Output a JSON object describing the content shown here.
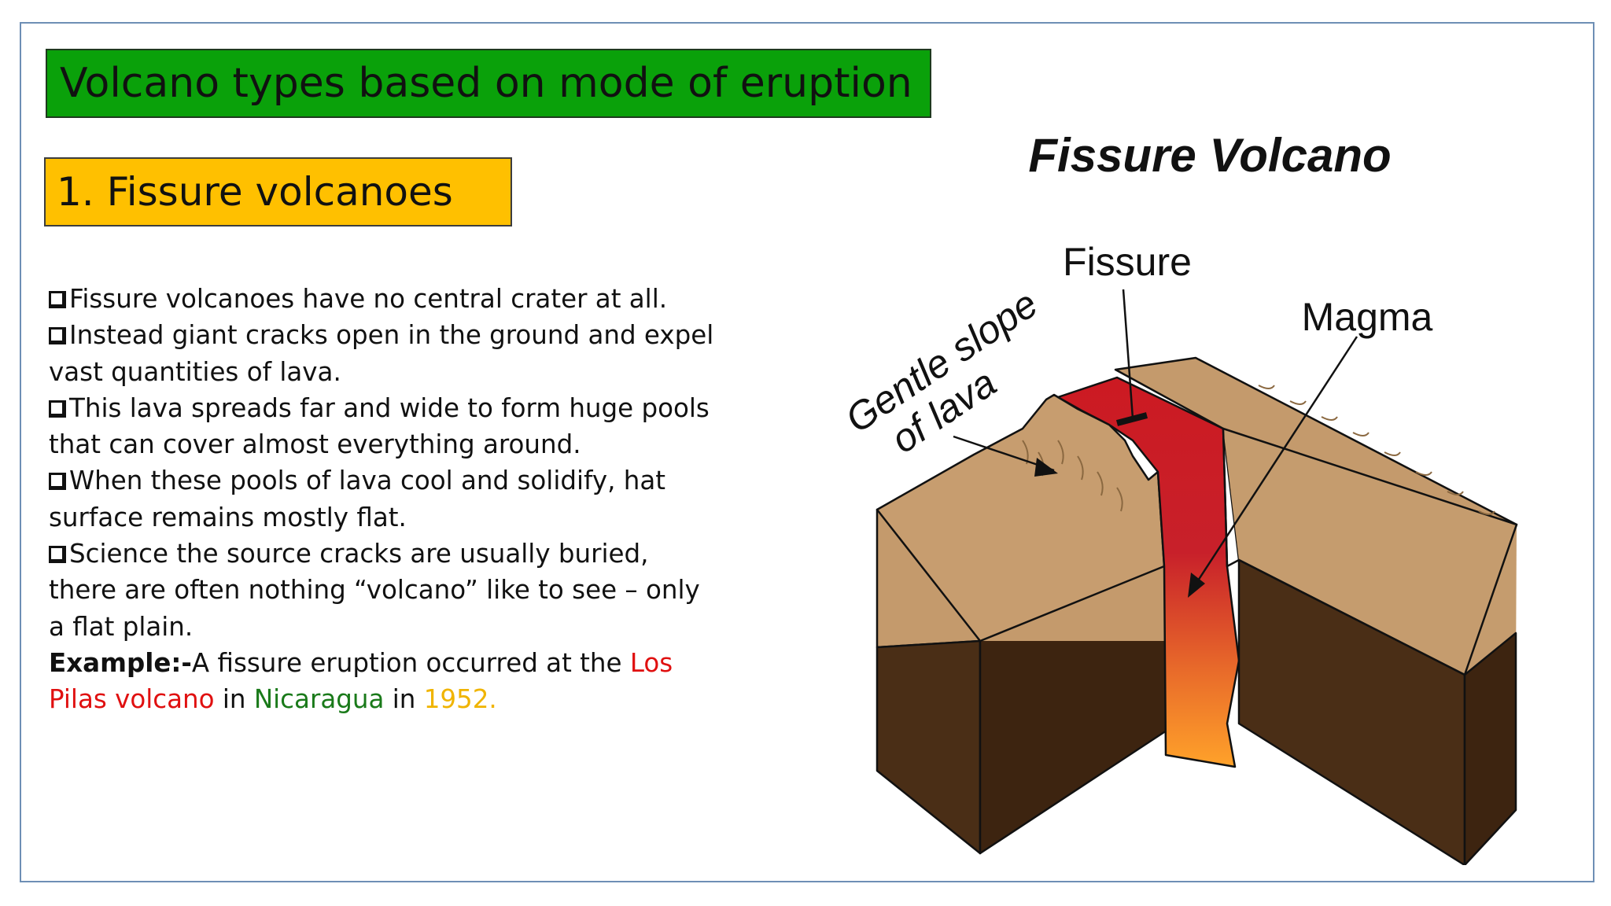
{
  "slide": {
    "title": "Volcano types based on mode of eruption",
    "subtitle": "1. Fissure volcanoes",
    "bullets": [
      "Fissure volcanoes have no central crater at all.",
      "Instead giant cracks open in the ground and expel vast quantities of lava.",
      "This lava spreads far and wide to form huge pools that can cover almost everything around.",
      "When these pools of lava cool and solidify, hat surface remains mostly flat.",
      "Science the source cracks are usually buried, there are often nothing “volcano” like to see – only a flat plain."
    ],
    "example": {
      "label": "Example:-",
      "text1": "A fissure eruption occurred at the ",
      "place": "Los Pilas volcano",
      "text2": " in ",
      "country": "Nicaragua",
      "text3": " in ",
      "year": "1952."
    }
  },
  "diagram": {
    "title": "Fissure Volcano",
    "labels": {
      "fissure": "Fissure",
      "magma": "Magma",
      "slope_line1": "Gentle slope",
      "slope_line2": "of lava"
    }
  },
  "colors": {
    "title_bg": "#0aa10a",
    "subtitle_bg": "#ffc000",
    "example_place": "#e01010",
    "example_country": "#1a7a1a",
    "example_year": "#f0b400"
  }
}
